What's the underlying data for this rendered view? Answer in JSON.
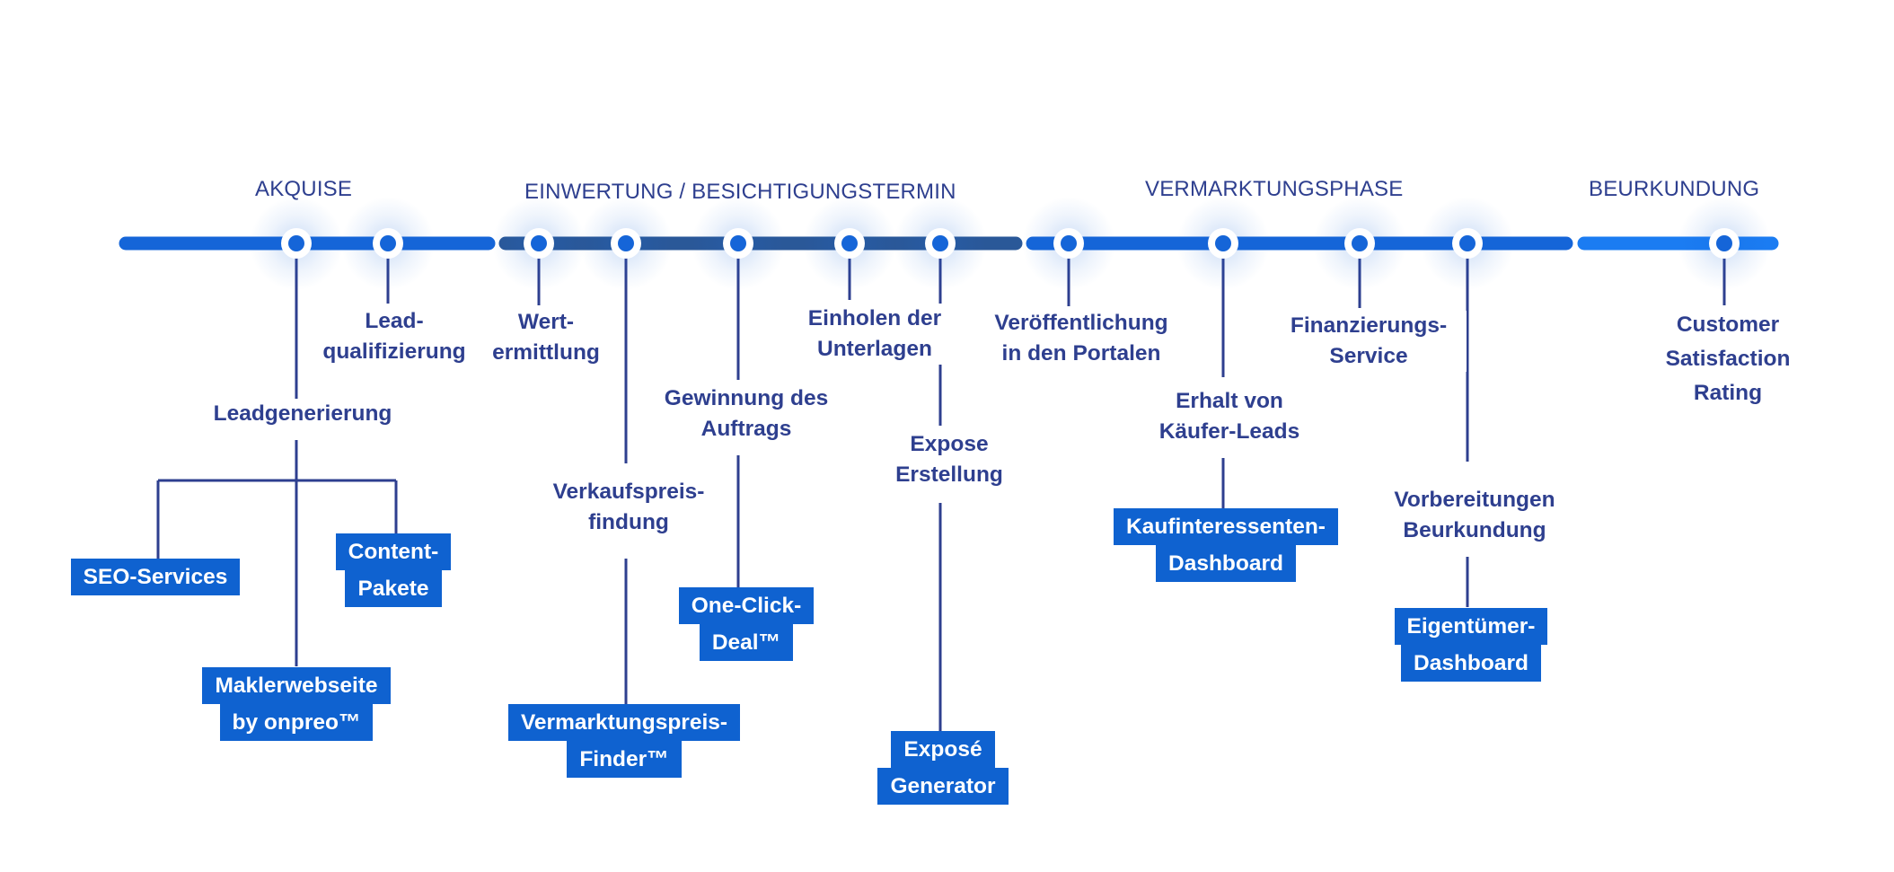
{
  "colors": {
    "track_1": "#1565d8",
    "track_2": "#2a5898",
    "track_3": "#1565d8",
    "track_4": "#1b7cf2",
    "line": "#2e3f8f",
    "text": "#2e3f8f",
    "box": "#0f62d0",
    "box_text": "#ffffff",
    "node_center": "#1565d8",
    "node_ring": "#ffffff"
  },
  "phases": {
    "akquise": "AKQUISE",
    "einwertung": "EINWERTUNG / BESICHTIGUNGSTERMIN",
    "vermarktung": "VERMARKTUNGSPHASE",
    "beurkundung": "BEURKUNDUNG"
  },
  "steps": {
    "leadqualifizierung": [
      "Lead-",
      "qualifizierung"
    ],
    "leadgenerierung": [
      "Leadgenerierung"
    ],
    "wertermittlung": [
      "Wert-",
      "ermittlung"
    ],
    "verkaufspreisfindung": [
      "Verkaufspreis-",
      "findung"
    ],
    "gewinnung": [
      "Gewinnung des",
      "Auftrags"
    ],
    "einholen": [
      "Einholen der",
      "Unterlagen"
    ],
    "expose_erstellung": [
      "Expose",
      "Erstellung"
    ],
    "veroeffentlichung": [
      "Veröffentlichung",
      "in den Portalen"
    ],
    "erhalt": [
      "Erhalt von",
      "Käufer-Leads"
    ],
    "finanzierung": [
      "Finanzierungs-",
      "Service"
    ],
    "vorbereitungen": [
      "Vorbereitungen",
      "Beurkundung"
    ],
    "customer_satisfaction": [
      "Customer",
      "Satisfaction",
      "Rating"
    ]
  },
  "products": {
    "seo": [
      "SEO-Services"
    ],
    "content": [
      "Content-",
      "Pakete"
    ],
    "maklerwebseite": [
      "Maklerwebseite",
      "by onpreo™"
    ],
    "vermarktungspreis": [
      "Vermarktungspreis-",
      "Finder™"
    ],
    "one_click": [
      "One-Click-",
      "Deal™"
    ],
    "expose_generator": [
      "Exposé",
      "Generator"
    ],
    "kaufinteressenten": [
      "Kaufinteressenten-",
      "Dashboard"
    ],
    "eigentuemer": [
      "Eigentümer-",
      "Dashboard"
    ]
  }
}
